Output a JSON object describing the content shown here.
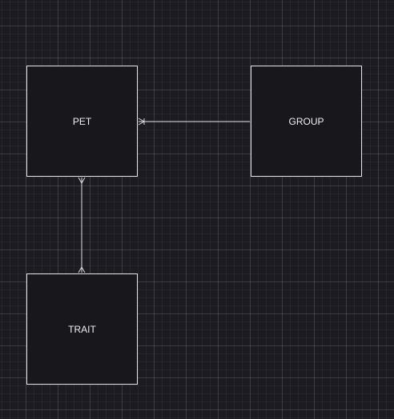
{
  "diagram": {
    "entities": [
      {
        "id": "pet",
        "label": "PET"
      },
      {
        "id": "group",
        "label": "GROUP"
      },
      {
        "id": "trait",
        "label": "TRAIT"
      }
    ],
    "relationships": [
      {
        "from": "group",
        "to": "pet",
        "cardinality_at_pet": "one-or-many"
      },
      {
        "from": "pet",
        "to": "trait",
        "cardinality_at_pet": "many",
        "cardinality_at_trait": "many"
      }
    ]
  },
  "colors": {
    "background": "#1c1b22",
    "entity_fill": "#18171c",
    "stroke": "#e6e6e6",
    "text": "#f0f0f0"
  }
}
